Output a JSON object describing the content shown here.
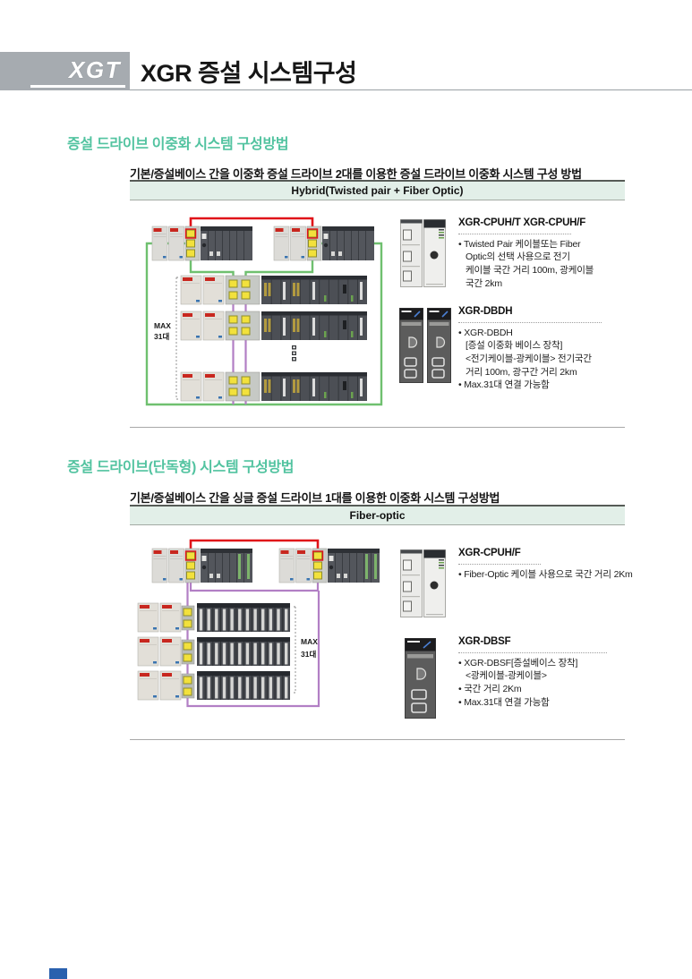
{
  "header": {
    "logo": "XGT",
    "title": "XGR 증설 시스템구성"
  },
  "sections": [
    {
      "heading": "증설 드라이브 이중화 시스템 구성방법",
      "subtitle": "기본/증설베이스 간을 이중화 증설 드라이브 2대를 이용한 증설 드라이브 이중화 시스템 구성 방법",
      "banner": "Hybrid(Twisted pair + Fiber Optic)",
      "diagram": {
        "max_label_line1": "MAX",
        "max_label_line2": "31대"
      },
      "products": [
        {
          "name": "XGR-CPUH/T XGR-CPUH/F",
          "bullets": [
            "• Twisted Pair 케이블또는 Fiber\nOptic의 선택 사용으로 전기\n케이블 국간 거리 100m, 광케이블\n국간 2km"
          ]
        },
        {
          "name": "XGR-DBDH",
          "bullets": [
            "• XGR-DBDH\n[증설 이중화 베이스 장착]\n<전기케이블-광케이블> 전기국간\n거리 100m, 광구간 거리 2km",
            "• Max.31대 연결 가능함"
          ]
        }
      ]
    },
    {
      "heading": "증설 드라이브(단독형) 시스템 구성방법",
      "subtitle": "기본/증설베이스 간을 싱글 증설 드라이브 1대를 이용한 이중화 시스템 구성방법",
      "banner": "Fiber-optic",
      "diagram": {
        "max_label_line1": "MAX",
        "max_label_line2": "31대"
      },
      "products": [
        {
          "name": "XGR-CPUH/F",
          "bullets": [
            "• Fiber-Optic 케이블 사용으로 국간 거리 2Km"
          ]
        },
        {
          "name": "XGR-DBSF",
          "bullets": [
            "• XGR-DBSF[증설베이스 장착]\n<광케이블-광케이블>",
            "• 국간 거리 2Km",
            "• Max.31대 연결 가능함"
          ]
        }
      ]
    }
  ],
  "colors": {
    "accent_teal": "#52c3a0",
    "banner_bg": "#e2efe8",
    "logo_badge_gray": "#a6abb0",
    "cable_red": "#e01319",
    "cable_green": "#6fc06f",
    "cable_purple": "#b27fc5",
    "port_yellow": "#f2e13c",
    "corner_mark_blue": "#2a61ae"
  }
}
